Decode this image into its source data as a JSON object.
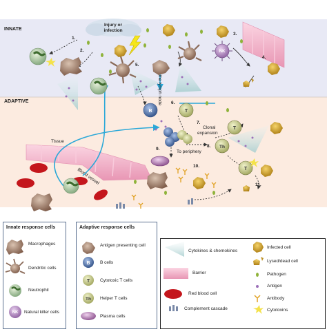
{
  "zones": {
    "innate": "INNATE",
    "adaptive": "ADAPTIVE"
  },
  "trigger": {
    "line1": "Injury or",
    "line2": "infection"
  },
  "steps": [
    "1.",
    "2.",
    "3.",
    "4.",
    "5.",
    "6.",
    "7.",
    "8.",
    "9.",
    "10.",
    "11."
  ],
  "labels": {
    "to_lymph": "To the lymph node",
    "clonal_1": "Clonal",
    "clonal_2": "expansion",
    "to_periphery": "To periphery",
    "tissue": "Tissue",
    "blood_vessel": "Blood vessel"
  },
  "cell_marks": {
    "b": "B",
    "t": "T",
    "th": "Th",
    "nk": "NK"
  },
  "legend": {
    "innate": {
      "title": "Innate response cells",
      "items": [
        "Macrophages",
        "Dendritic cells",
        "Neutrophil",
        "Natural killer cells"
      ]
    },
    "adaptive": {
      "title": "Adaptive response cells",
      "items": [
        "Antigen presenting cell",
        "B cells",
        "Cytotoxic T cells",
        "Helper  T cells",
        "Plasma cells"
      ]
    },
    "other": {
      "left": [
        "Cytokines & chemokines",
        "Barrier",
        "Red blood cell",
        "Complement cascade"
      ],
      "right": [
        "Infected cell",
        "Lysed/dead cell",
        "Pathogen",
        "Antigen",
        "Antibody",
        "Cytotoxins"
      ]
    }
  },
  "colors": {
    "innate_band": "#e6e8f6",
    "adaptive_band": "#fbe9dc",
    "barrier": "#f2b7cc",
    "rbc": "#c4161c",
    "arrow": "#2aa8d8",
    "macrophage": "#9a7a66",
    "b_cell": "#4a6ea8",
    "t_cell": "#c9cf8f",
    "infected": "#d8a31c",
    "plasma": "#b27ab0",
    "pathogen": "#8fb33a"
  }
}
